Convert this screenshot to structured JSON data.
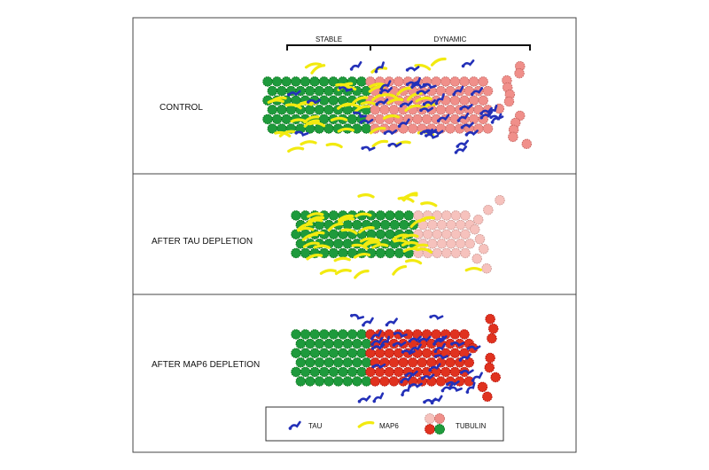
{
  "header": {
    "stable_label": "STABLE",
    "dynamic_label": "DYNAMIC"
  },
  "panels": [
    {
      "label": "CONTROL",
      "stable_tubulin": "green",
      "dynamic_tubulin": "salmon",
      "tau": "present",
      "map6": "present"
    },
    {
      "label": "AFTER TAU DEPLETION",
      "stable_tubulin": "green",
      "dynamic_tubulin": "pale-pink",
      "tau": "absent",
      "map6": "present"
    },
    {
      "label": "AFTER MAP6 DEPLETION",
      "stable_tubulin": "green",
      "dynamic_tubulin": "red",
      "tau": "present",
      "map6": "absent"
    }
  ],
  "legend": {
    "tau_label": "TAU",
    "map6_label": "MAP6",
    "tubulin_label": "TUBULIN"
  },
  "colors": {
    "stable_tubulin": "#1e9a3c",
    "dynamic_control": "#f08f8a",
    "dynamic_tau_depleted": "#f6c2bd",
    "dynamic_map6_depleted": "#e0321f",
    "tau": "#2330b8",
    "map6": "#f2ea10",
    "frame": "#444444"
  }
}
